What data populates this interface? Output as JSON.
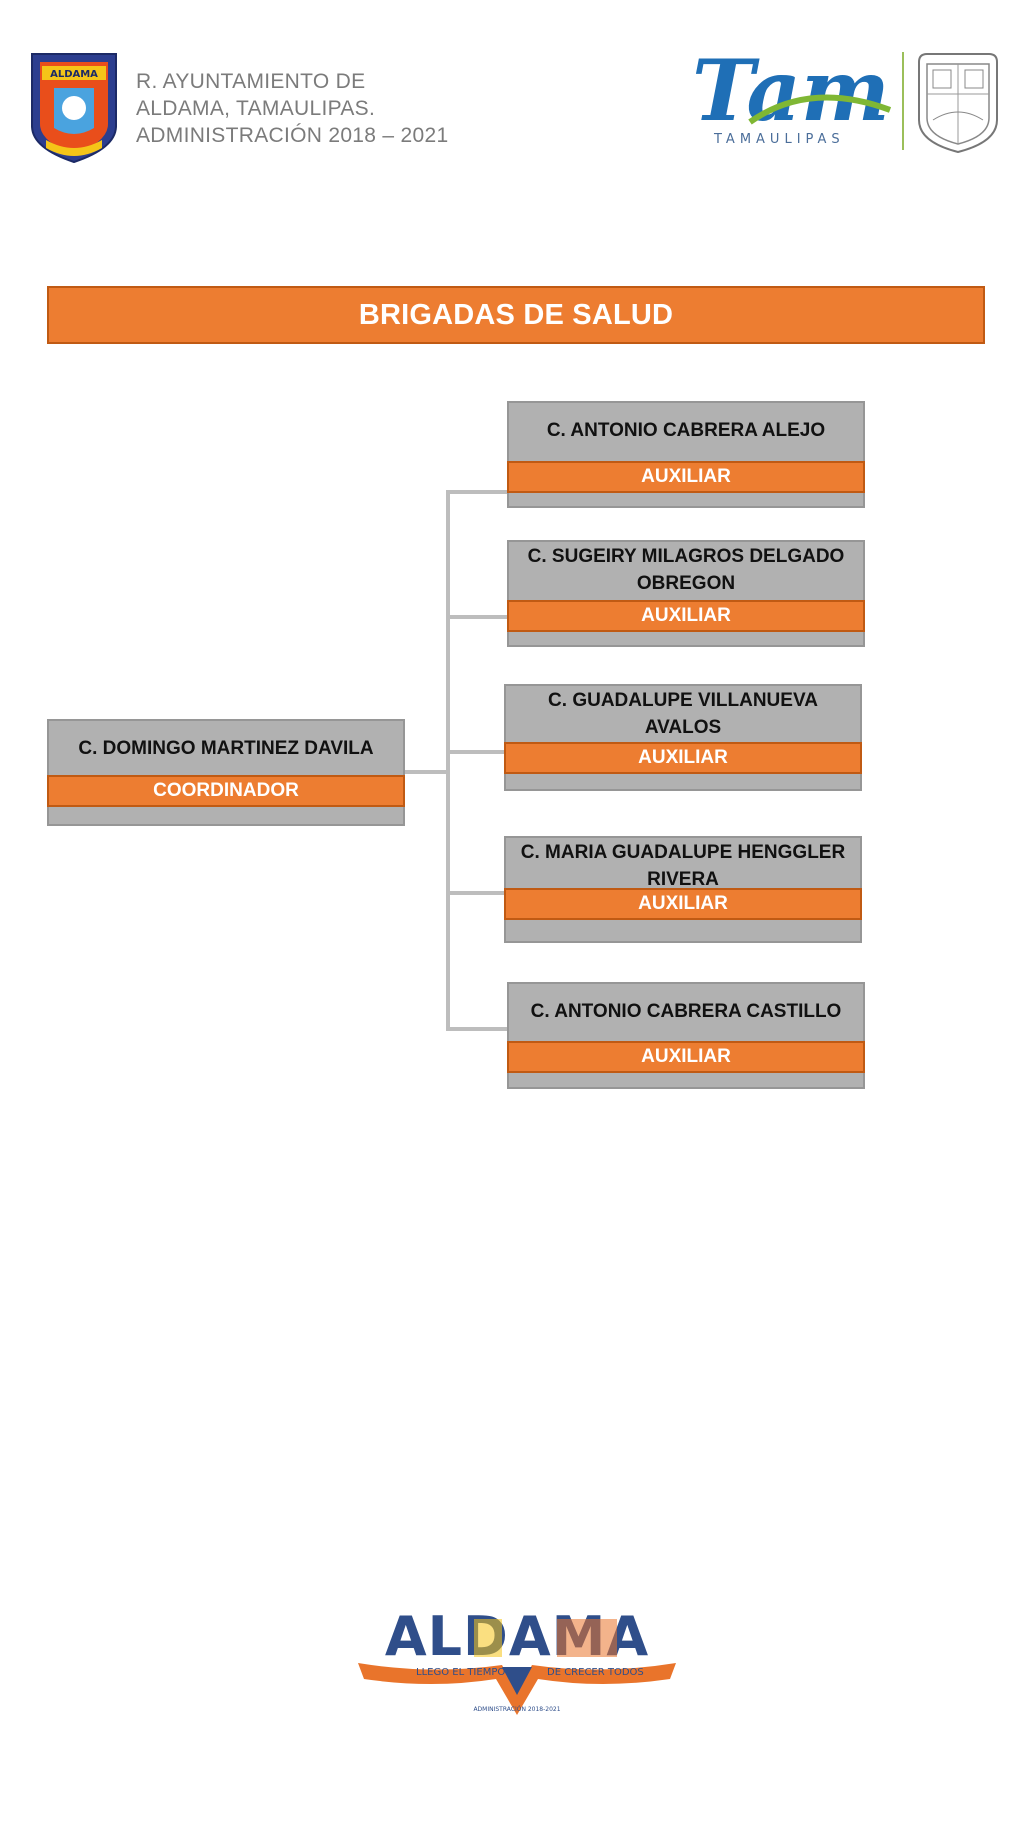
{
  "header": {
    "lines": [
      "R. AYUNTAMIENTO DE",
      "ALDAMA, TAMAULIPAS.",
      "ADMINISTRACIÓN  2018 – 2021"
    ],
    "shield_label": "ALDAMA",
    "tam_logo_text": "Tam",
    "tam_logo_subtitle": "TAMAULIPAS"
  },
  "title": "BRIGADAS DE SALUD",
  "coordinator": {
    "name": "C. DOMINGO MARTINEZ DAVILA",
    "role": "COORDINADOR"
  },
  "auxiliaries": [
    {
      "name_lines": [
        "C. ANTONIO CABRERA ALEJO"
      ],
      "role": "AUXILIAR"
    },
    {
      "name_lines": [
        "C. SUGEIRY MILAGROS DELGADO",
        "OBREGON"
      ],
      "role": "AUXILIAR"
    },
    {
      "name_lines": [
        "C. GUADALUPE VILLANUEVA",
        "AVALOS"
      ],
      "role": "AUXILIAR"
    },
    {
      "name_lines": [
        "C. MARIA GUADALUPE HENGGLER",
        "RIVERA"
      ],
      "role": "AUXILIAR"
    },
    {
      "name_lines": [
        "C. ANTONIO CABRERA CASTILLO"
      ],
      "role": "AUXILIAR"
    }
  ],
  "footer": {
    "logo_text": "ALDAMA",
    "slogan_left": "LLEGO EL TIEMPO",
    "slogan_right": "DE CRECER TODOS",
    "small_text": "ADMINISTRACIÓN 2018-2021"
  },
  "colors": {
    "accent_orange": "#ed7d31",
    "box_gray": "#b1b1b1",
    "connector_gray": "#bdbdbd"
  }
}
